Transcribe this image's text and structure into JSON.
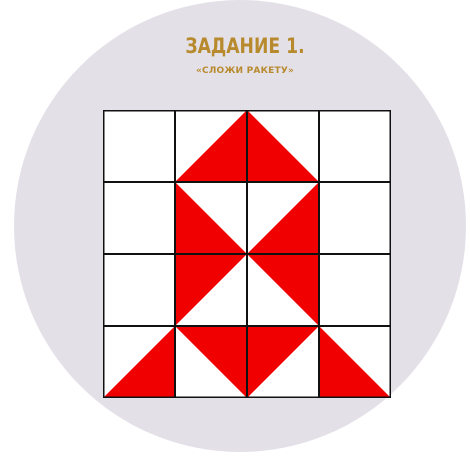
{
  "task": {
    "title": "ЗАДАНИЕ 1.",
    "subtitle": "«СЛОЖИ РАКЕТУ»"
  },
  "colors": {
    "background_disc": "#e4e0e8",
    "title": "#b88a2e",
    "tile_red": "#f00000",
    "tile_white": "#ffffff",
    "grid_line": "#111111"
  },
  "grid": {
    "rows": 4,
    "cols": 4,
    "tiles": [
      [
        {
          "type": "white"
        },
        {
          "type": "half",
          "corner": "br"
        },
        {
          "type": "half",
          "corner": "bl"
        },
        {
          "type": "white"
        }
      ],
      [
        {
          "type": "white"
        },
        {
          "type": "half",
          "corner": "bl"
        },
        {
          "type": "half",
          "corner": "br"
        },
        {
          "type": "white"
        }
      ],
      [
        {
          "type": "white"
        },
        {
          "type": "half",
          "corner": "tl"
        },
        {
          "type": "half",
          "corner": "tr"
        },
        {
          "type": "white"
        }
      ],
      [
        {
          "type": "half",
          "corner": "br"
        },
        {
          "type": "half",
          "corner": "tr"
        },
        {
          "type": "half",
          "corner": "tl"
        },
        {
          "type": "half",
          "corner": "bl"
        }
      ]
    ]
  }
}
